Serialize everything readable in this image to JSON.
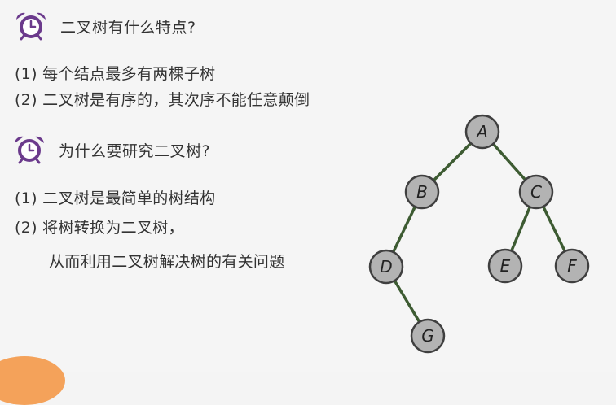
{
  "section1": {
    "heading": "二叉树有什么特点?",
    "points": [
      "(1) 每个结点最多有两棵子树",
      "(2) 二叉树是有序的，其次序不能任意颠倒"
    ]
  },
  "section2": {
    "heading": "为什么要研究二叉树?",
    "points": [
      "(1) 二叉树是最简单的树结构",
      "(2) 将树转换为二叉树，",
      "从而利用二叉树解决树的有关问题"
    ]
  },
  "icons": {
    "clock": "alarm-clock-icon",
    "clock_color": "#6b3a8c"
  },
  "tree": {
    "nodes": [
      "A",
      "B",
      "C",
      "D",
      "E",
      "F",
      "G"
    ],
    "edges": [
      [
        "A",
        "B"
      ],
      [
        "A",
        "C"
      ],
      [
        "B",
        "D"
      ],
      [
        "C",
        "E"
      ],
      [
        "C",
        "F"
      ],
      [
        "D",
        "G"
      ]
    ],
    "node_color": "#b3b3b3",
    "edge_color": "#3d5b32"
  }
}
